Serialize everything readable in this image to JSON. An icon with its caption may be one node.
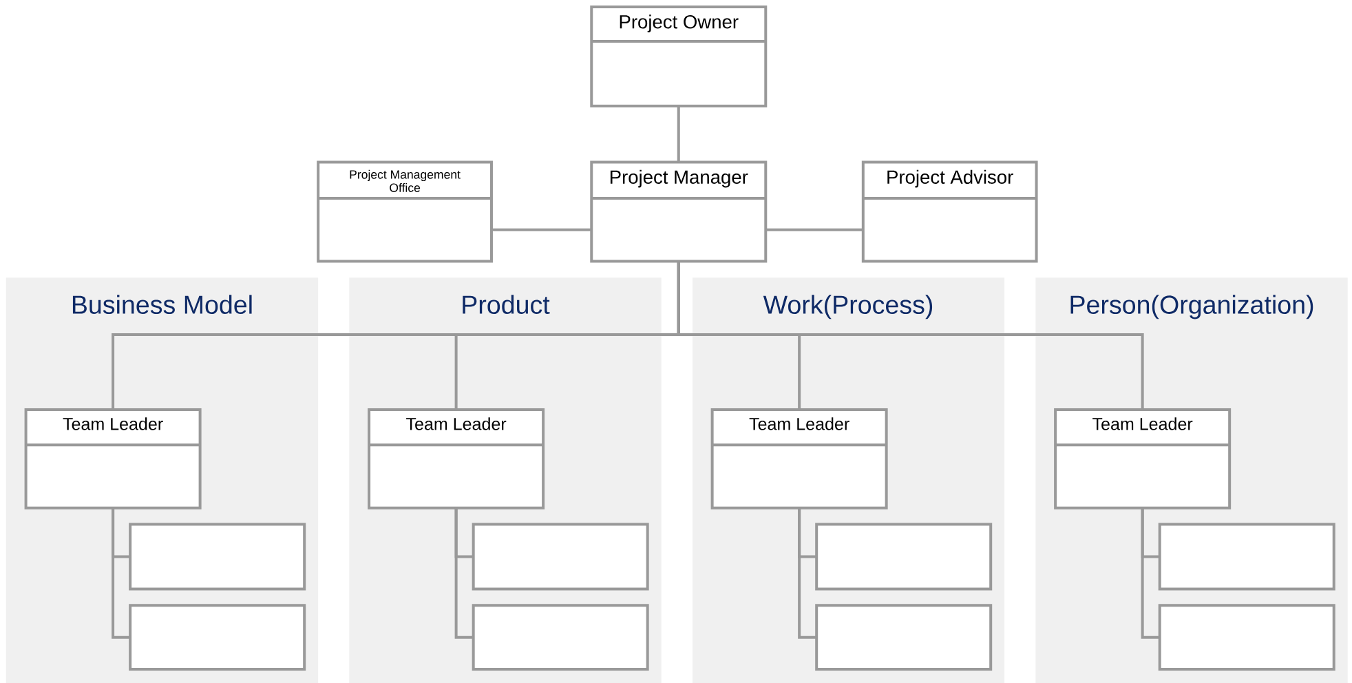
{
  "diagram": {
    "nodes": [
      {
        "text": [
          "Project Owner"
        ]
      },
      {
        "text": [
          "Project Management Office"
        ]
      },
      {
        "text": [
          "Project Manager"
        ]
      },
      {
        "text": [
          "Project Advisor"
        ]
      },
      {
        "text": [
          "Business Model"
        ]
      },
      {
        "text": [
          "Team Leader"
        ],
        "in": 4
      },
      {
        "text": [],
        "shape": "box",
        "in": 4
      },
      {
        "text": [],
        "shape": "box",
        "in": 4
      },
      {
        "text": [
          "Product"
        ]
      },
      {
        "text": [
          "Team Leader"
        ],
        "in": 8
      },
      {
        "text": [],
        "shape": "box",
        "in": 8
      },
      {
        "text": [],
        "shape": "box",
        "in": 8
      },
      {
        "text": [
          "Work(Process)"
        ]
      },
      {
        "text": [
          "Team Leader"
        ],
        "in": 12
      },
      {
        "text": [],
        "shape": "box",
        "in": 12
      },
      {
        "text": [],
        "shape": "box",
        "in": 12
      },
      {
        "text": [
          "Person(Organization)"
        ]
      },
      {
        "text": [
          "Team Leader"
        ],
        "in": 16
      },
      {
        "text": [],
        "shape": "box",
        "in": 16
      },
      {
        "text": [],
        "shape": "box",
        "in": 16
      }
    ],
    "edges": [
      {
        "from": 0,
        "to": 2,
        "arrow": "none"
      },
      {
        "from": 2,
        "to": 1,
        "arrow": "none"
      },
      {
        "from": 2,
        "to": 3,
        "arrow": "none"
      },
      {
        "from": 2,
        "to": 5,
        "arrow": "none"
      },
      {
        "from": 2,
        "to": 9,
        "arrow": "none"
      },
      {
        "from": 2,
        "to": 13,
        "arrow": "none"
      },
      {
        "from": 2,
        "to": 17,
        "arrow": "none"
      },
      {
        "from": 5,
        "to": 6,
        "arrow": "none"
      },
      {
        "from": 5,
        "to": 7,
        "arrow": "none"
      },
      {
        "from": 9,
        "to": 10,
        "arrow": "none"
      },
      {
        "from": 9,
        "to": 11,
        "arrow": "none"
      },
      {
        "from": 13,
        "to": 14,
        "arrow": "none"
      },
      {
        "from": 13,
        "to": 15,
        "arrow": "none"
      },
      {
        "from": 17,
        "to": 18,
        "arrow": "none"
      },
      {
        "from": 17,
        "to": 19,
        "arrow": "none"
      }
    ]
  }
}
